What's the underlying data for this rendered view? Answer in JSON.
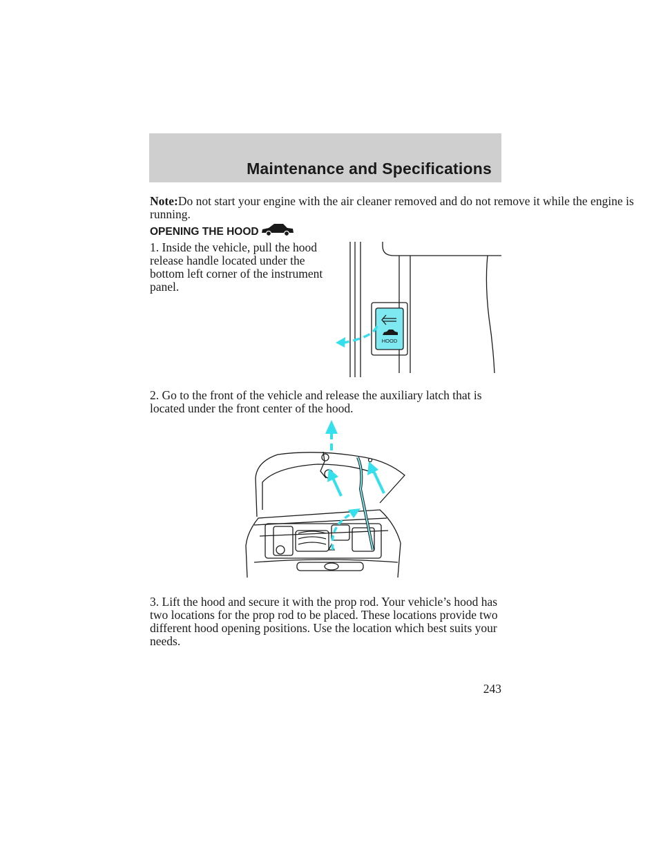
{
  "header": {
    "section_title": "Maintenance and Specifications"
  },
  "note": {
    "label": "Note:",
    "text": "Do not start your engine with the air cleaner removed and do not remove it while the engine is running."
  },
  "heading": {
    "title": "OPENING THE HOOD",
    "icon": "car-hood-icon"
  },
  "steps": [
    {
      "line1": "1. Inside the vehicle, pull the hood",
      "line2": "release handle located under the",
      "line3": "bottom left corner of the instrument",
      "line4": "panel."
    },
    {
      "line1": "2. Go to the front of the vehicle and release the auxiliary latch that is",
      "line2": "located under the front center of the hood."
    },
    {
      "line1": "3. Lift the hood and secure it with the prop rod. Your vehicle’s hood has",
      "line2": "two locations for the prop rod to be placed. These locations provide two",
      "line3": "different hood opening positions. Use the location which best suits your",
      "line4": "needs."
    }
  ],
  "figures": {
    "release_handle": {
      "label": "HOOD",
      "accent": "#33e0ec"
    },
    "engine_bay": {
      "accent": "#33e0ec"
    }
  },
  "page_number": "243"
}
